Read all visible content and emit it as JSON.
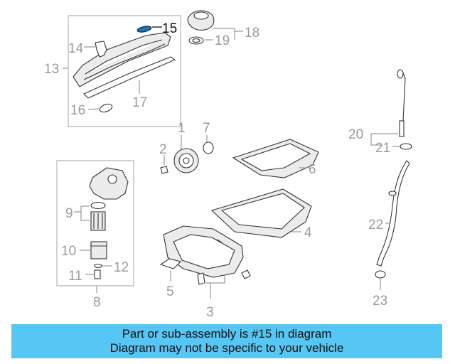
{
  "labels": {
    "l1": "1",
    "l2": "2",
    "l3": "3",
    "l4": "4",
    "l5": "5",
    "l6": "6",
    "l7": "7",
    "l8": "8",
    "l9": "9",
    "l10": "10",
    "l11": "11",
    "l12": "12",
    "l13": "13",
    "l14": "14",
    "l15": "15",
    "l16": "16",
    "l17": "17",
    "l18": "18",
    "l19": "19",
    "l20": "20",
    "l21": "21",
    "l22": "22",
    "l23": "23"
  },
  "highlighted_part": "15",
  "colors": {
    "banner": "#56c6f5",
    "highlight": "#111111",
    "label": "#9a9a9a",
    "accent_part": "#1f73b7"
  },
  "banner": {
    "line1": "Part or sub-assembly is #15 in diagram",
    "line2": "Diagram may not be specific to your vehicle"
  }
}
